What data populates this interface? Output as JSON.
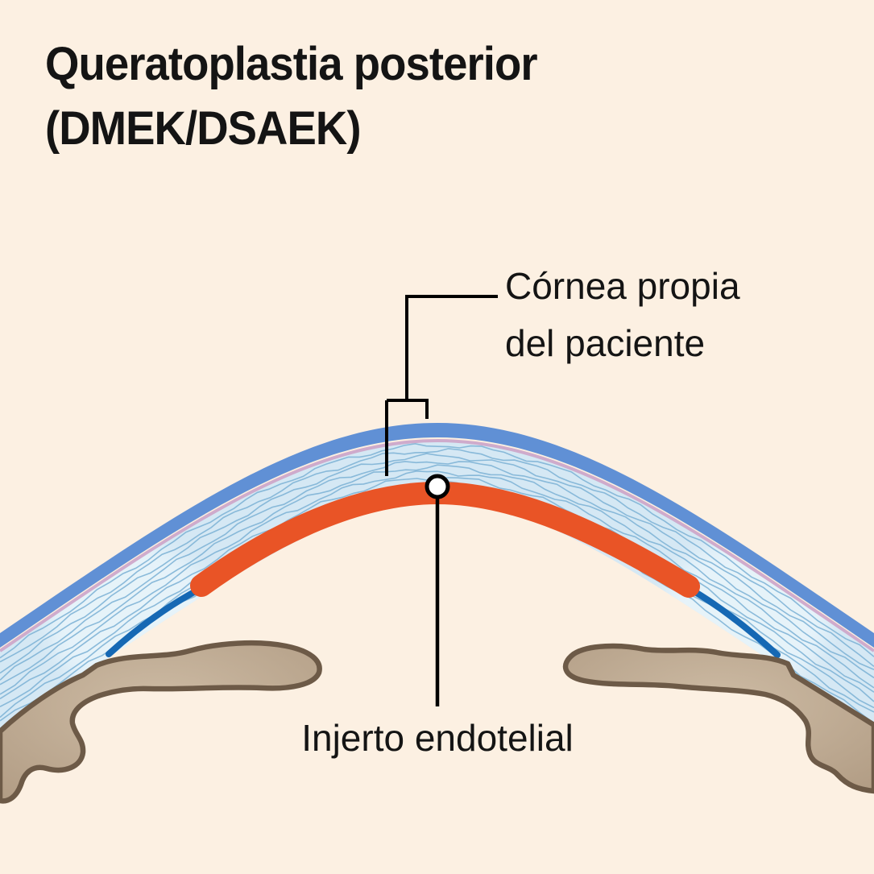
{
  "title": {
    "line1": "Queratoplastia posterior",
    "line2": "(DMEK/DSAEK)"
  },
  "labels": {
    "cornea_line1": "Córnea propia",
    "cornea_line2": "del paciente",
    "graft": "Injerto endotelial"
  },
  "figure": {
    "type": "medical-cross-section",
    "subject": "posterior keratoplasty cornea cross-section",
    "lamellae_count": 10
  },
  "colors": {
    "background": "#fcf0e2",
    "text": "#141414",
    "epithelium_blue": "#6090d5",
    "bowman_pink": "#cda4c8",
    "stroma_light_blue": "#d5e8f4",
    "stroma_lamellae": "#7fb4d6",
    "limbus_glow": "#eaf5fb",
    "graft_orange": "#e95426",
    "descemet_blue": "#1568b4",
    "iris_light": "#cdbba4",
    "iris_dark": "#b29d85",
    "iris_outline": "#6d5a47",
    "leader_line": "#000000",
    "marker_fill": "#ffffff"
  }
}
